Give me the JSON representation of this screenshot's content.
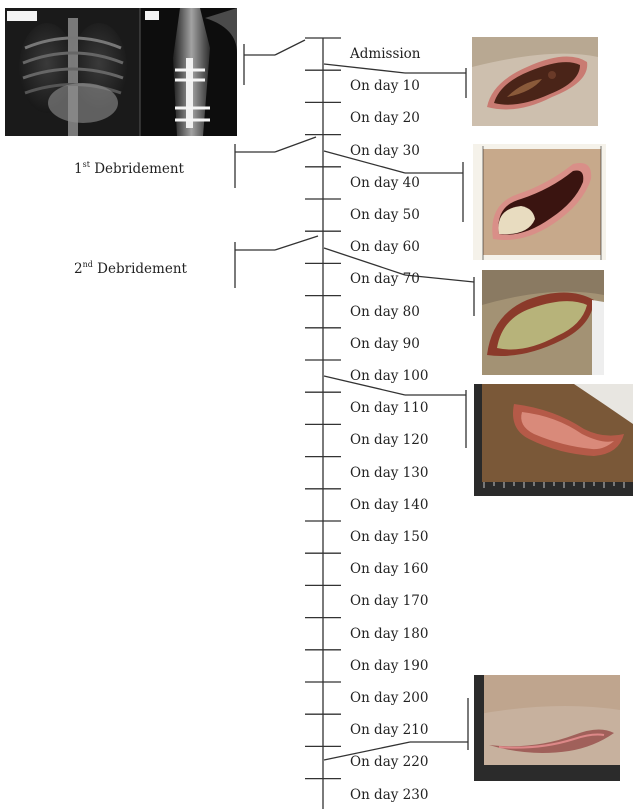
{
  "timeline": {
    "labels": [
      "Admission",
      "On day 10",
      "On day 20",
      "On day 30",
      "On day 40",
      "On day 50",
      "On day 60",
      "On day 70",
      "On day 80",
      "On day 90",
      "On day 100",
      "On day 110",
      "On day 120",
      "On day 130",
      "On day 140",
      "On day 150",
      "On day 160",
      "On day 170",
      "On day 180",
      "On day 190",
      "On day 200",
      "On day 210",
      "On day 220",
      "On day 230"
    ]
  },
  "events": {
    "debridement1": {
      "num": "1",
      "sup": "st",
      "text": "Debridement"
    },
    "debridement2": {
      "num": "2",
      "sup": "nd",
      "text": "Debridement"
    }
  },
  "images": [
    {
      "name": "xray-chest-and-femur-image"
    },
    {
      "name": "wound-photo-admission"
    },
    {
      "name": "wound-photo-day-30"
    },
    {
      "name": "wound-photo-day-60"
    },
    {
      "name": "wound-photo-day-100"
    },
    {
      "name": "wound-photo-day-220"
    }
  ]
}
